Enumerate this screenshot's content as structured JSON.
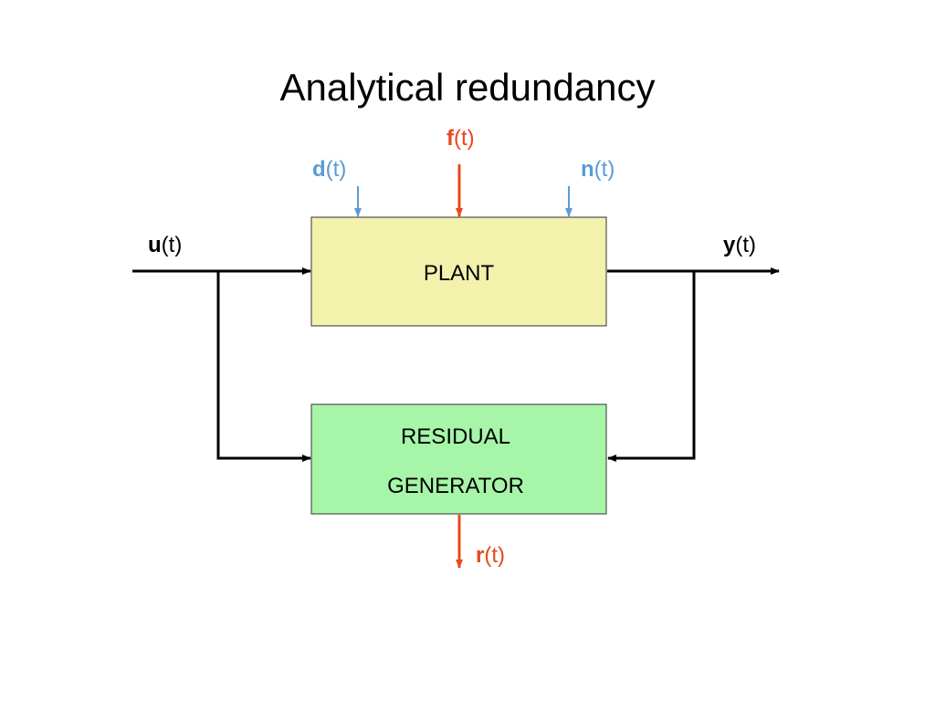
{
  "title": "Analytical redundancy",
  "colors": {
    "signal": "#000000",
    "fault": "#e8481c",
    "disturbance": "#5b9bd5",
    "plant_fill": "#f2f2ad",
    "residual_fill": "#a6f5a8"
  },
  "blocks": {
    "plant": {
      "label": "PLANT"
    },
    "residual_generator": {
      "line1": "RESIDUAL",
      "line2": "GENERATOR"
    }
  },
  "signals": {
    "input": {
      "symbol": "u",
      "arg": "(t)"
    },
    "output": {
      "symbol": "y",
      "arg": "(t)"
    },
    "fault": {
      "symbol": "f",
      "arg": "(t)"
    },
    "disturbance": {
      "symbol": "d",
      "arg": "(t)"
    },
    "noise": {
      "symbol": "n",
      "arg": "(t)"
    },
    "residual": {
      "symbol": "r",
      "arg": "(t)"
    }
  }
}
